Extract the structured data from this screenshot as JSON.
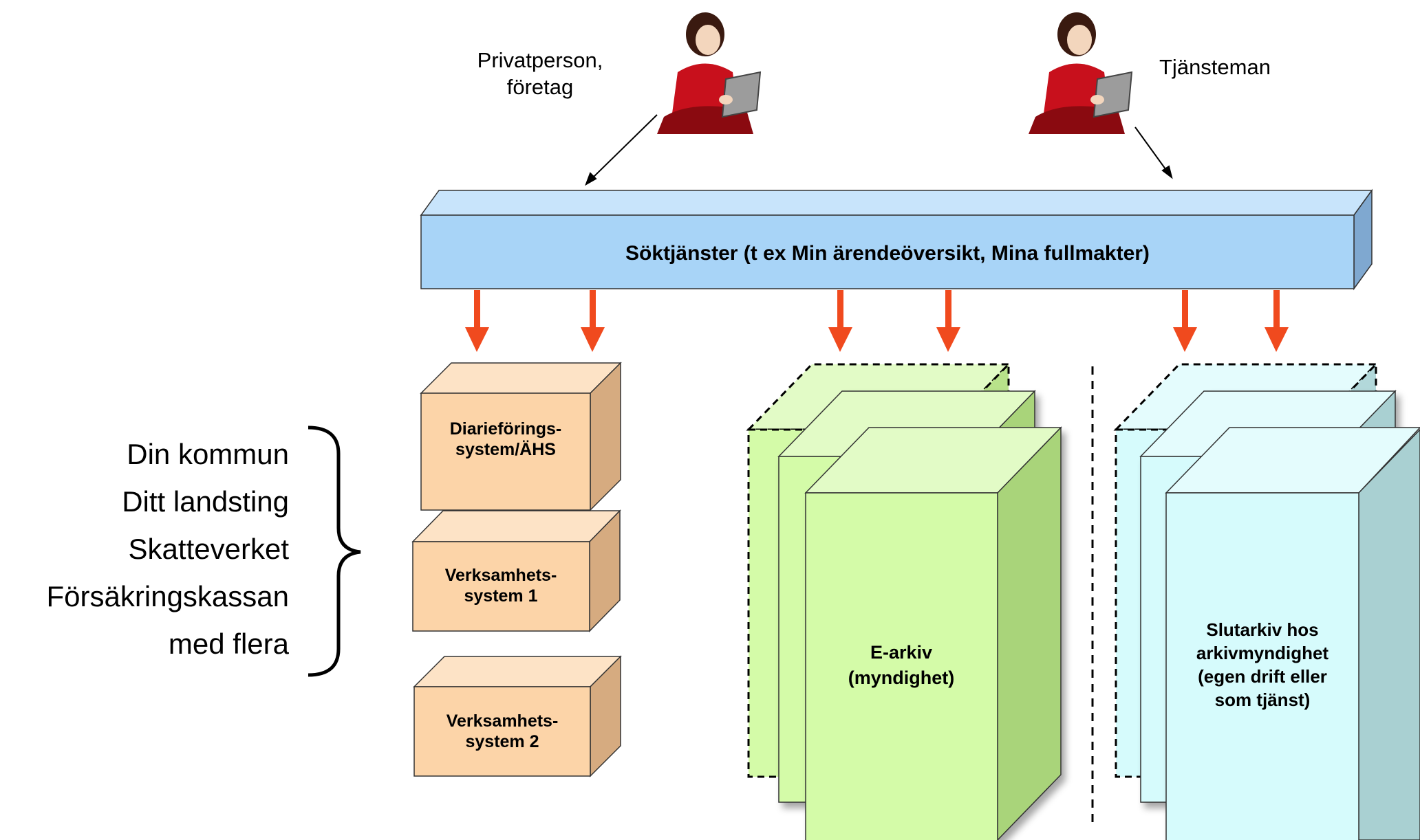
{
  "actors": {
    "left_label_lines": [
      "Privatperson,",
      "företag"
    ],
    "right_label": "Tjänsteman"
  },
  "search_bar": {
    "label": "Söktjänster (t ex Min ärendeöversikt, Mina fullmakter)",
    "color": "#a8d4f7"
  },
  "organizations": [
    "Din kommun",
    "Ditt landsting",
    "Skatteverket",
    "Försäkringskassan",
    "med flera"
  ],
  "systems": [
    {
      "lines": [
        "Diarieförings-",
        "system/ÄHS"
      ]
    },
    {
      "lines": [
        "Verksamhets-",
        "system 1"
      ]
    },
    {
      "lines": [
        "Verksamhets-",
        "system 2"
      ]
    }
  ],
  "earchive": {
    "lines": [
      "E-arkiv",
      "(myndighet)"
    ]
  },
  "final_archive": {
    "lines": [
      "Slutarkiv hos",
      "arkivmyndighet",
      "(egen drift eller",
      "som tjänst)"
    ]
  },
  "colors": {
    "arrow": "#f04a1e",
    "system_box": "#fcd4a8",
    "earchive": "#d4fba8",
    "final_archive": "#d6fbfc",
    "person": "#c8101c"
  }
}
